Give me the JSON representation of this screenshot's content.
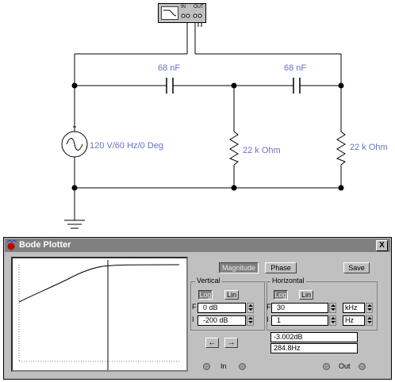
{
  "circuit": {
    "capacitor1": "68 nF",
    "capacitor2": "68 nF",
    "resistor1": "22 k Ohm",
    "resistor2": "22 k Ohm",
    "source": "120 V/60 Hz/0 Deg",
    "instrument_in": "IN",
    "instrument_out": "OUT"
  },
  "plotter": {
    "title": "Bode Plotter",
    "close": "X",
    "magnitude": "Magnitude",
    "phase": "Phase",
    "save": "Save",
    "vertical": {
      "label": "Vertical",
      "log": "Log",
      "lin": "Lin",
      "f_label": "F",
      "i_label": "I",
      "f_value": "0 dB",
      "i_value": "-200 dB"
    },
    "horizontal": {
      "label": "Horizontal",
      "log": "Log",
      "lin": "Lin",
      "f_label": "F",
      "i_label": "I",
      "f_value": "30",
      "i_value": "1",
      "f_unit": "kHz",
      "i_unit": "Hz"
    },
    "left_arrow": "←",
    "right_arrow": "→",
    "readout_db": "-3.002dB",
    "readout_hz": "284.8Hz",
    "in_label": "In",
    "out_label": "Out"
  }
}
